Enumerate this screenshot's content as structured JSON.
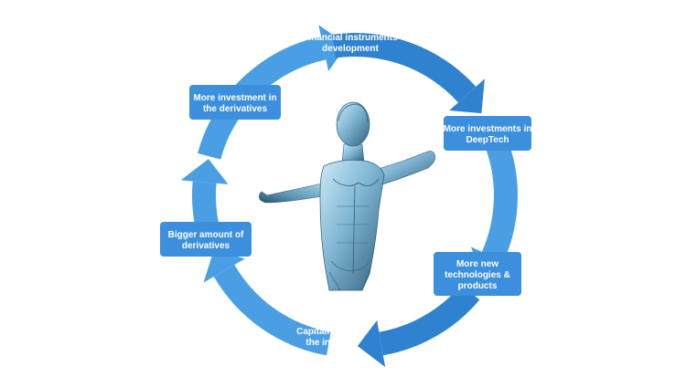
{
  "colors": {
    "arrow_light": "#4a9fe4",
    "arrow_dark": "#2f82d0",
    "label_box": "#3b8fdc",
    "label_text": "#ffffff",
    "figure_light": "#b8dcef",
    "figure_mid": "#6fa8c7",
    "figure_dark": "#2f5f7a"
  },
  "diagram": {
    "stages": [
      {
        "line1": "Financial instruments",
        "line2": "development",
        "line3": "",
        "boxed": false
      },
      {
        "line1": "More investments in",
        "line2": "DeepTech",
        "line3": "",
        "boxed": true
      },
      {
        "line1": "More new",
        "line2": "technologies &",
        "line3": "products",
        "boxed": true
      },
      {
        "line1": "Capitalisation of",
        "line2": "the industry",
        "line3": "",
        "boxed": false
      },
      {
        "line1": "Bigger amount of",
        "line2": "derivatives",
        "line3": "",
        "boxed": true
      },
      {
        "line1": "More investment in",
        "line2": "the derivatives",
        "line3": "",
        "boxed": true
      }
    ],
    "center_figure": "human-anatomy-figure"
  }
}
